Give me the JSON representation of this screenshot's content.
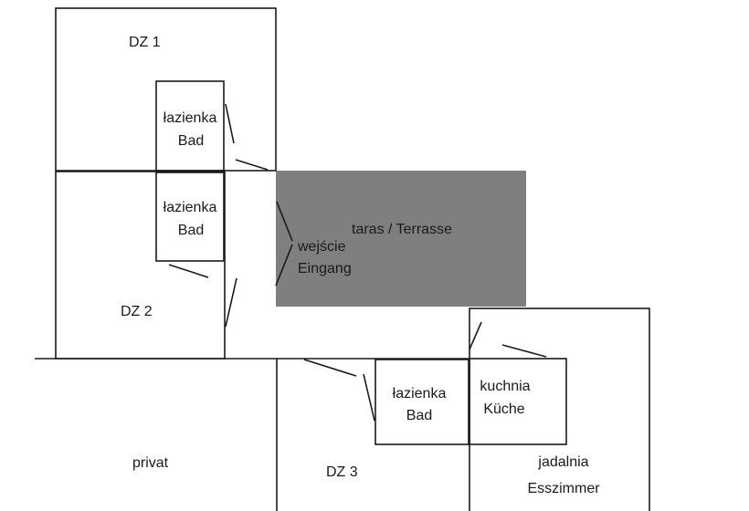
{
  "rooms": {
    "dz1": {
      "name": "DZ 1"
    },
    "bath1": {
      "line1": "łazienka",
      "line2": "Bad"
    },
    "bath2": {
      "line1": "łazienka",
      "line2": "Bad"
    },
    "terrace": {
      "name": "taras / Terrasse",
      "fill": "#7f7f7f"
    },
    "entrance": {
      "line1": "wejście",
      "line2": "Eingang"
    },
    "dz2": {
      "name": "DZ 2"
    },
    "private": {
      "name": "privat"
    },
    "dz3": {
      "name": "DZ 3"
    },
    "bath3": {
      "line1": "łazienka",
      "line2": "Bad"
    },
    "kitchen": {
      "line1": "kuchnia",
      "line2": "Küche"
    },
    "dining": {
      "line1": "jadalnia",
      "line2": "Esszimmer"
    }
  }
}
